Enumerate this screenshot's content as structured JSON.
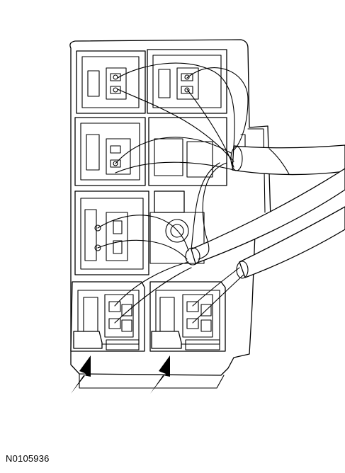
{
  "figure": {
    "reference_code": "N0105936"
  },
  "callouts": {
    "arrows": [
      "left-connector-arrow",
      "right-connector-arrow"
    ]
  },
  "colors": {
    "line": "#000000",
    "background": "#ffffff"
  }
}
